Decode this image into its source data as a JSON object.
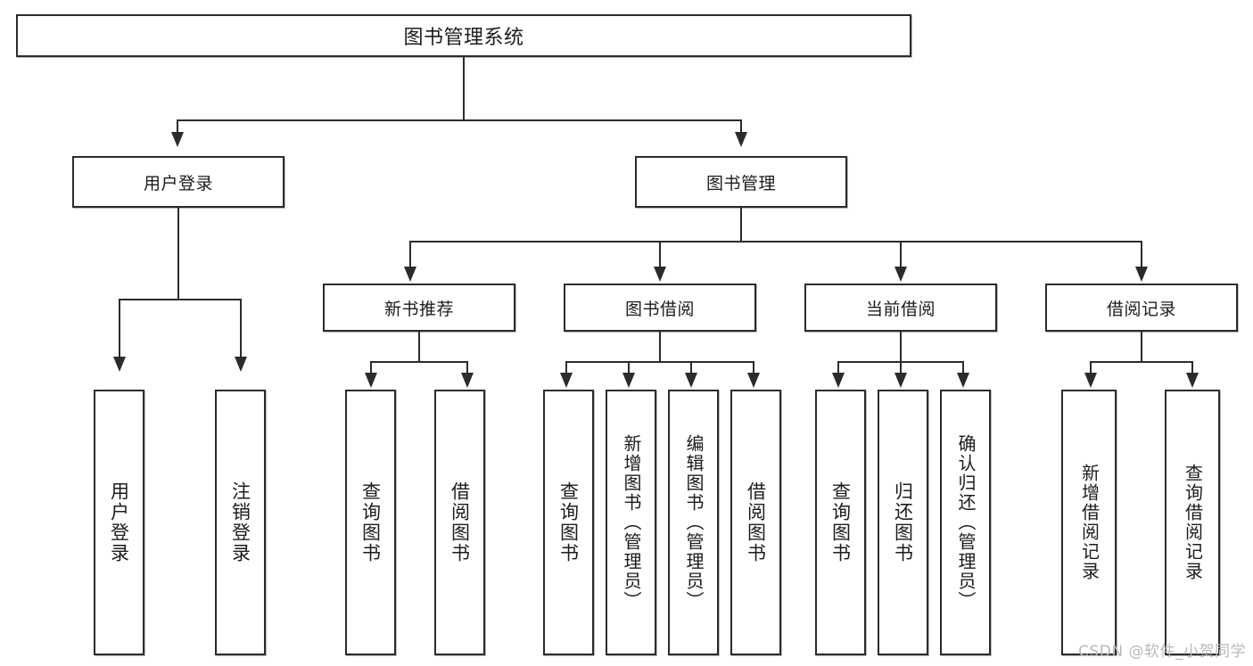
{
  "diagram": {
    "type": "tree",
    "title": "图书管理系统",
    "root": {
      "label": "图书管理系统"
    },
    "level1": [
      {
        "label": "用户登录"
      },
      {
        "label": "图书管理"
      }
    ],
    "level2": [
      {
        "label": "新书推荐"
      },
      {
        "label": "图书借阅"
      },
      {
        "label": "当前借阅"
      },
      {
        "label": "借阅记录"
      }
    ],
    "leaves": {
      "user_login": [
        {
          "label": "用户登录"
        },
        {
          "label": "注销登录"
        }
      ],
      "new_book_recommend": [
        {
          "label": "查询图书"
        },
        {
          "label": "借阅图书"
        }
      ],
      "book_borrow": [
        {
          "label": "查询图书"
        },
        {
          "label": "新增图书（管理员）"
        },
        {
          "label": "编辑图书（管理员）"
        },
        {
          "label": "借阅图书"
        }
      ],
      "current_borrow": [
        {
          "label": "查询图书"
        },
        {
          "label": "归还图书"
        },
        {
          "label": "确认归还（管理员）"
        }
      ],
      "borrow_record": [
        {
          "label": "新增借阅记录"
        },
        {
          "label": "查询借阅记录"
        }
      ]
    }
  },
  "watermark": {
    "text": "CSDN @软件_小贺同学"
  },
  "colors": {
    "stroke": "#2b2b2b",
    "box_fill": "#ffffff",
    "text": "#1c1c1c",
    "watermark": "#b9b9b9",
    "background": "#ffffff"
  }
}
